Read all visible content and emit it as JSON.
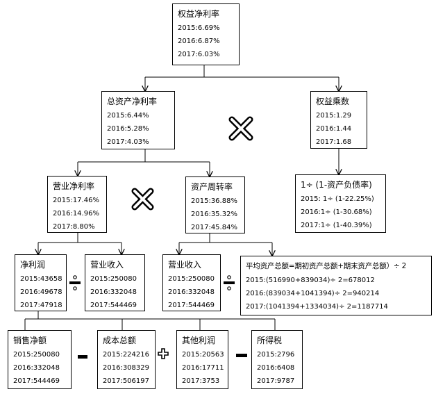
{
  "roe": {
    "title": "权益净利率",
    "lines": [
      "2015:6.69%",
      "2016:6.87%",
      "2017:6.03%"
    ]
  },
  "roa": {
    "title": "总资产净利率",
    "lines": [
      "2015:6.44%",
      "2016:5.28%",
      "2017:4.03%"
    ]
  },
  "em": {
    "title": "权益乘数",
    "lines": [
      "2015:1.29",
      "2016:1.44",
      "2017:1.68"
    ]
  },
  "em_formula": {
    "title": "1÷ (1-资产负债率)",
    "lines": [
      "2015: 1÷ (1-22.25%)",
      "2016:1÷ (1-30.68%)",
      "2017:1÷ (1-40.39%)"
    ]
  },
  "npm": {
    "title": "营业净利率",
    "lines": [
      "2015:17.46%",
      "2016:14.96%",
      "2017:8.80%"
    ]
  },
  "tat": {
    "title": "资产周转率",
    "lines": [
      "2015:36.88%",
      "2016:35.32%",
      "2017:45.84%"
    ]
  },
  "net_profit": {
    "title": "净利润",
    "lines": [
      "2015:43658",
      "2016:49678",
      "2017:47918"
    ]
  },
  "revenue1": {
    "title": "营业收入",
    "lines": [
      "2015:250080",
      "2016:332048",
      "2017:544469"
    ]
  },
  "revenue2": {
    "title": "营业收入",
    "lines": [
      "2015:250080",
      "2016:332048",
      "2017:544469"
    ]
  },
  "avg_assets": {
    "title": "平均资产总额=期初资产总额+期末资产总额）÷ 2",
    "lines": [
      "2015:(516990+839034)÷ 2=678012",
      "2016:(839034+1041394)÷ 2=940214",
      "2017:(1041394+1334034)÷ 2=1187714"
    ]
  },
  "sales": {
    "title": "销售净额",
    "lines": [
      "2015:250080",
      "2016:332048",
      "2017:544469"
    ]
  },
  "cost": {
    "title": "成本总额",
    "lines": [
      "2015:224216",
      "2016:308329",
      "2017:506197"
    ]
  },
  "other_profit": {
    "title": "其他利润",
    "lines": [
      "2015:20563",
      "2016:17711",
      "2017:3753"
    ]
  },
  "tax": {
    "title": "所得税",
    "lines": [
      "2015:2796",
      "2016:6408",
      "2017:9787"
    ]
  }
}
